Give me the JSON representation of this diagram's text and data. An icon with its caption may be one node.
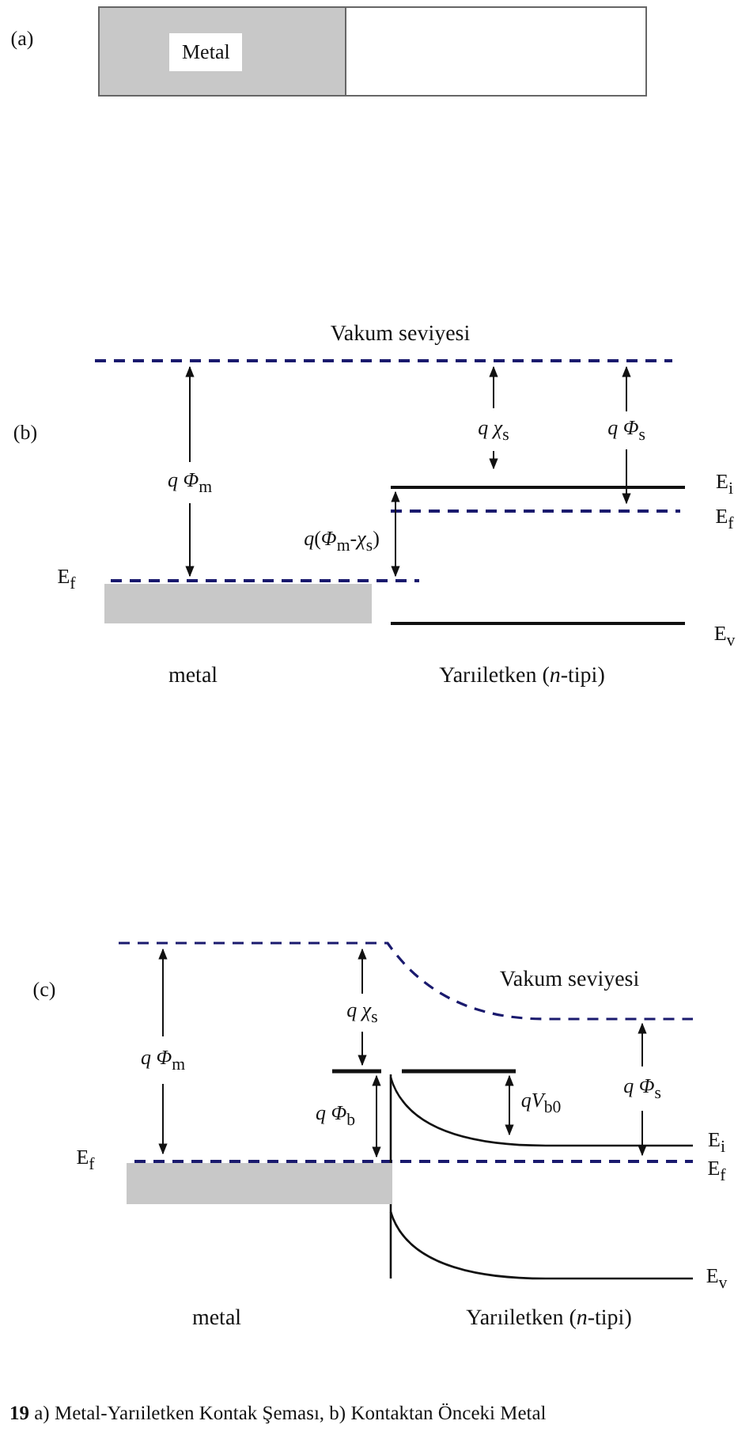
{
  "diagram": {
    "caption": "**19** a) Metal-Yarıiletken Kontak Şeması, b) Kontaktan Önceki Metal",
    "nodes": [
      {
        "text": [
          "Metal"
        ]
      },
      {
        "text": [],
        "shape": "box"
      },
      {
        "text": [],
        "shape": "bar"
      },
      {
        "text": [],
        "shape": "bar"
      }
    ],
    "edges": [],
    "labels": [
      "(a)",
      "Vakum seviyesi",
      "(b)",
      "*q Φ*$_{m}$",
      "*q χ*$_{s}$",
      "*q Φ*$_{s}$",
      "E$_{i}$",
      "E$_{f}$",
      "*q*(*Φ*$_{m}$-*χ*$_{s}$)",
      "E$_{f}$",
      "E$_{v}$",
      "metal",
      "Yarıiletken (*n*-tipi)",
      "(c)",
      "Vakum seviyesi",
      "*q χ*$_{s}$",
      "*q Φ*$_{m}$",
      "*q Φ*$_{b}$",
      "*qV*$_{b0}$",
      "*q Φ*$_{s}$",
      "E$_{f}$",
      "E$_{i}$",
      "E$_{f}$",
      "E$_{v}$",
      "metal",
      "Yarıiletken (*n*-tipi)"
    ]
  }
}
